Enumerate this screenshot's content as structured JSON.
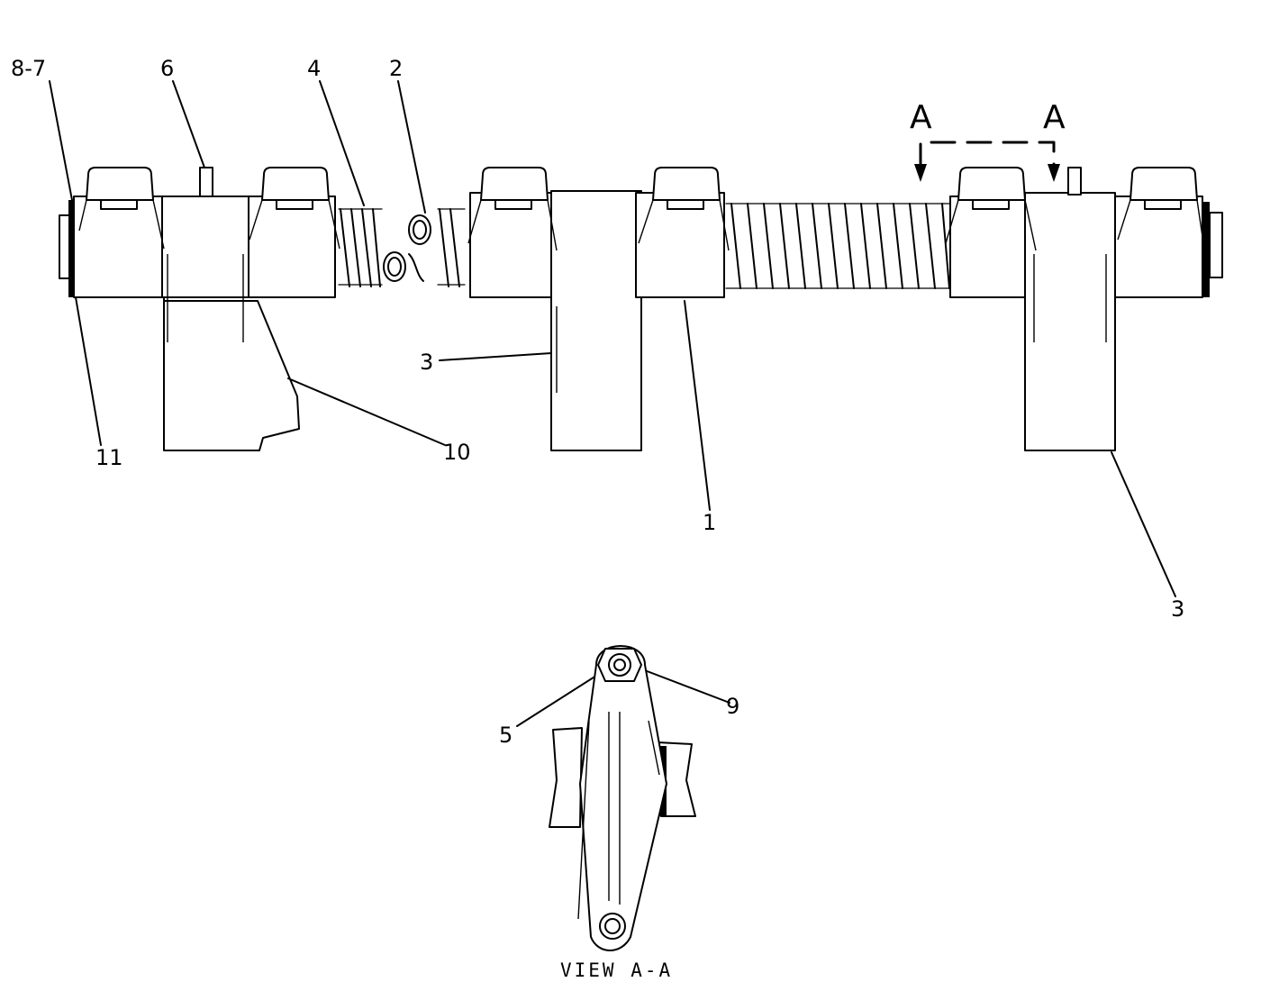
{
  "callouts": {
    "c8_7": "8-7",
    "c6": "6",
    "c4": "4",
    "c2": "2",
    "c11": "11",
    "c10": "10",
    "c3a": "3",
    "c1": "1",
    "c3b": "3",
    "c5": "5",
    "c9": "9"
  },
  "section": {
    "left_letter": "A",
    "right_letter": "A"
  },
  "view_caption": "VIEW  A-A"
}
